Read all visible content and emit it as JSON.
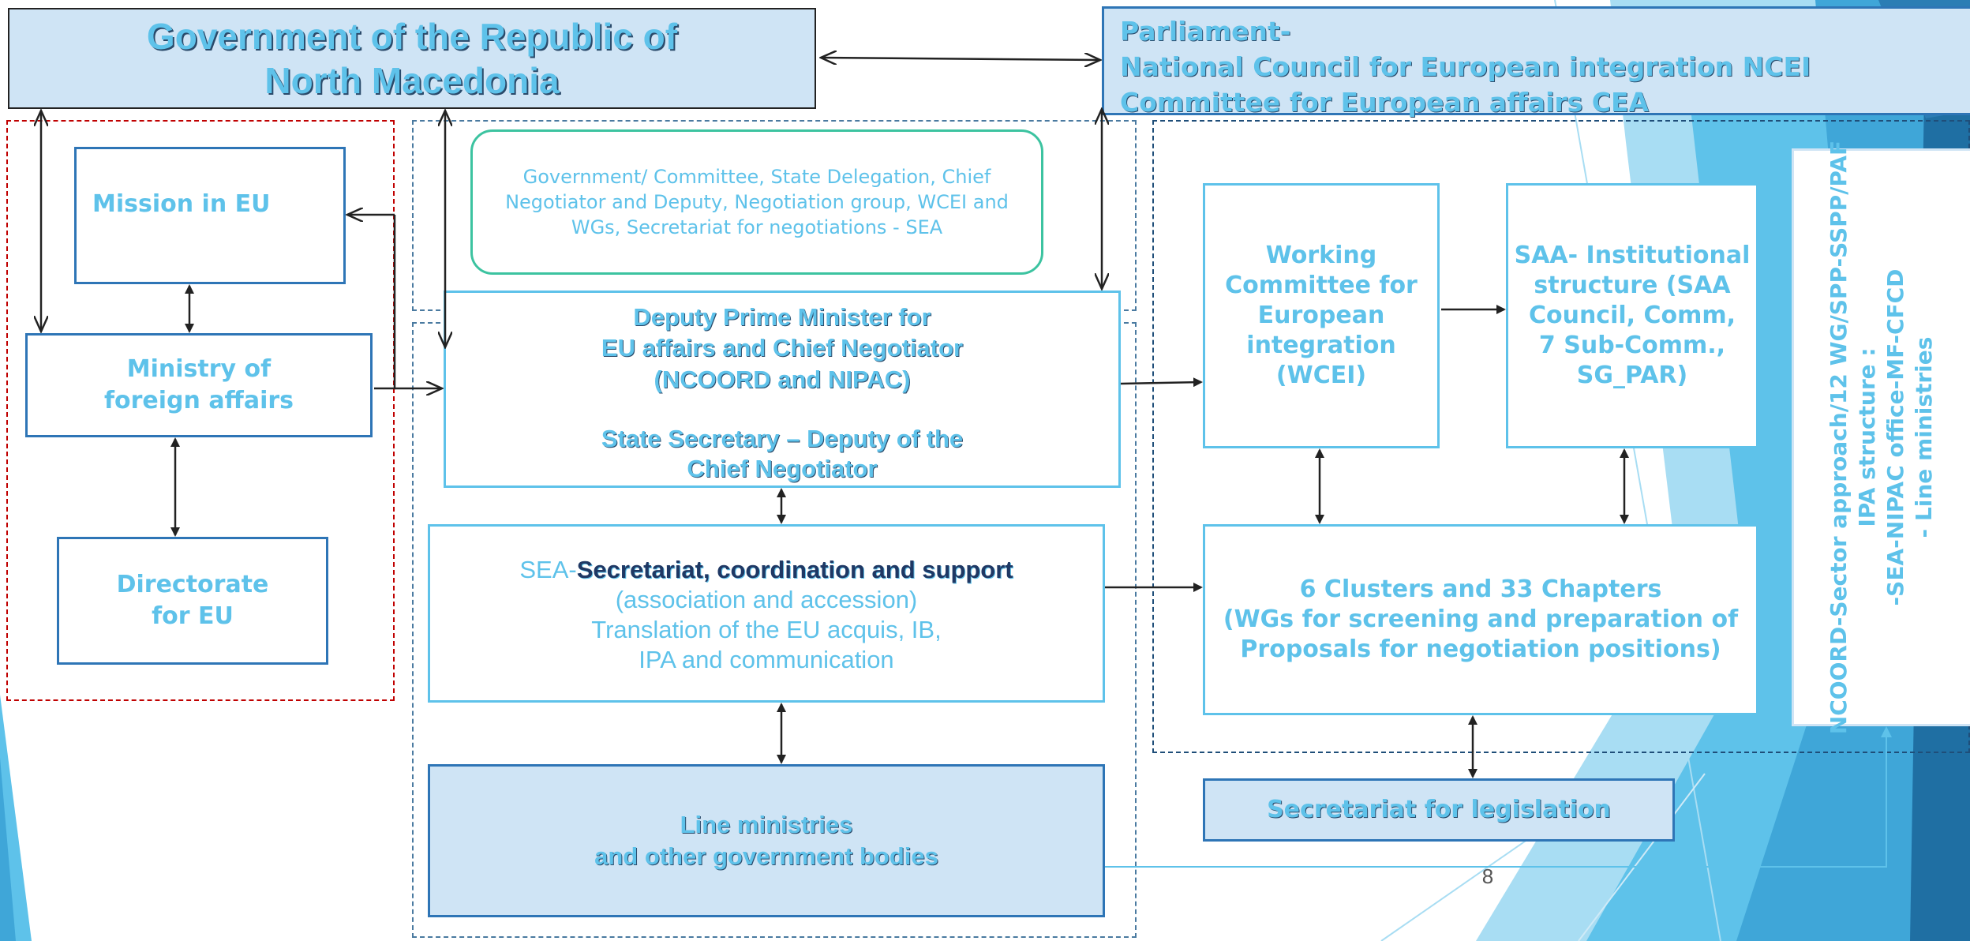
{
  "colors": {
    "accent": "#5ec2ea",
    "box_border": "#2e75b6",
    "light_fill": "#cfe4f5",
    "red_dash": "#c00000",
    "teal": "#3cc3a0",
    "dark_text": "#1f3864"
  },
  "nodes": {
    "government": "Government of the Republic of\nNorth Macedonia",
    "parliament": {
      "line1": "Parliament-",
      "line2": "National Council for European integration NCEI",
      "line3": "Committee for European affairs CEA"
    },
    "mission": "Mission in EU",
    "mfa": "Ministry of\nforeign affairs",
    "directorate": "Directorate\nfor EU",
    "gov_committee": "Government/ Committee, State Delegation, Chief Negotiator and Deputy, Negotiation group, WCEI and WGs, Secretariat for negotiations - SEA",
    "dpm": {
      "line1": "Deputy Prime Minister for",
      "line2": "EU affairs and Chief Negotiator\n(NCOORD and NIPAC)",
      "line3": "State Secretary – Deputy of the\nChief Negotiator"
    },
    "sea": {
      "prefix": "SEA-",
      "highlight": "Secretariat, coordination and support",
      "rest": "(association and accession)\nTranslation of the EU acquis, IB,\nIPA and communication"
    },
    "line_ministries": "Line ministries\nand other government bodies",
    "wcei": "Working\nCommittee for\nEuropean\nintegration\n(WCEI)",
    "saa": "SAA- Institutional\nstructure (SAA\nCouncil, Comm,\n7 Sub-Comm.,\nSG_PAR)",
    "clusters": "6 Clusters and 33 Chapters\n(WGs for screening and preparation of\nProposals for negotiation positions)",
    "legislation": "Secretariat for legislation",
    "ncoord": "NCOORD-Sector approach/12 WG/SPP-SSPP/PAF\nIPA structure :\n-SEA-NIPAC office-MF-CFCD\n- Line ministries"
  },
  "page_number": "8"
}
